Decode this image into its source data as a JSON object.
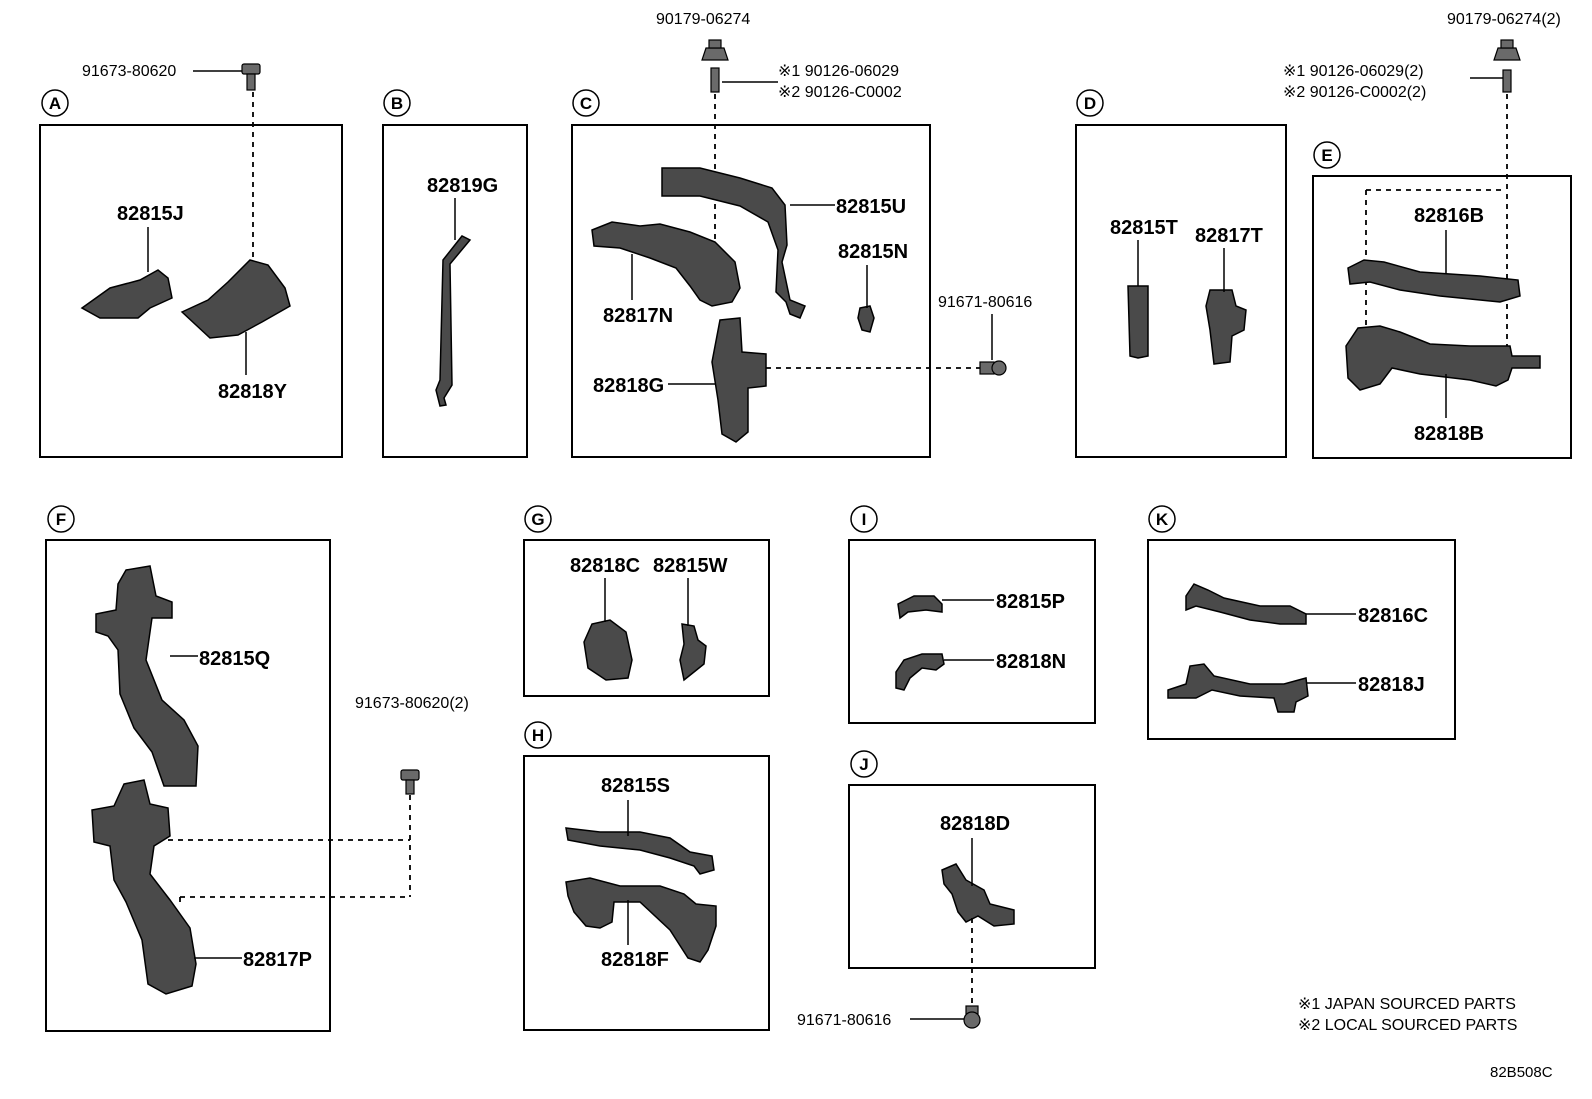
{
  "sections": [
    "A",
    "B",
    "C",
    "D",
    "E",
    "F",
    "G",
    "H",
    "I",
    "J",
    "K"
  ],
  "parts": {
    "p82815J": "82815J",
    "p82818Y": "82818Y",
    "p82819G": "82819G",
    "p82815U": "82815U",
    "p82815N": "82815N",
    "p82817N": "82817N",
    "p82818G": "82818G",
    "p82815T": "82815T",
    "p82817T": "82817T",
    "p82816B": "82816B",
    "p82818B": "82818B",
    "p82815Q": "82815Q",
    "p82817P": "82817P",
    "p82818C": "82818C",
    "p82815W": "82815W",
    "p82815S": "82815S",
    "p82818F": "82818F",
    "p82815P": "82815P",
    "p82818N": "82818N",
    "p82818D": "82818D",
    "p82816C": "82816C",
    "p82818J": "82818J"
  },
  "fasteners": {
    "f_a_bolt": "91673-80620",
    "f_c_nut": "90179-06274",
    "f_c_stud1": "※1 90126-06029",
    "f_c_stud2": "※2 90126-C0002",
    "f_c_bolt": "91671-80616",
    "f_e_nut": "90179-06274(2)",
    "f_e_stud1": "※1 90126-06029(2)",
    "f_e_stud2": "※2 90126-C0002(2)",
    "f_f_bolt": "91673-80620(2)",
    "f_j_bolt": "91671-80616"
  },
  "notes": [
    "※1 JAPAN SOURCED PARTS",
    "※2 LOCAL SOURCED PARTS"
  ],
  "reference": "82B508C",
  "icons": [
    "bolt-icon",
    "nut-icon",
    "stud-icon"
  ],
  "colors": {
    "line": "#000000",
    "part_fill": "#4a4a4a",
    "background": "#ffffff"
  }
}
